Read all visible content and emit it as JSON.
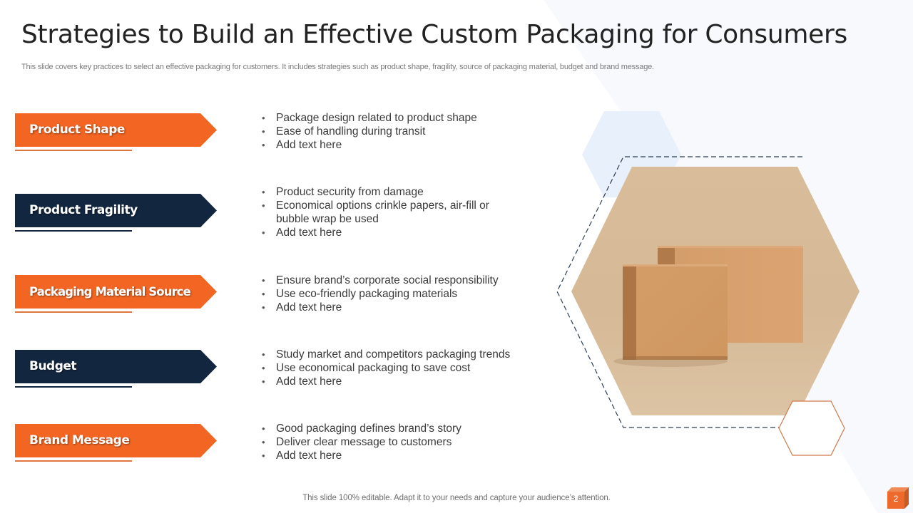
{
  "slide": {
    "title": "Strategies  to Build an Effective Custom Packaging for Consumers",
    "subtitle": "This slide covers key practices to select an effective packaging for customers. It includes strategies such as product shape, fragility, source of packaging material, budget and brand message.",
    "footer": "This slide 100% editable. Adapt it to your needs and capture your audience’s attention.",
    "page_number": "2"
  },
  "colors": {
    "orange": "#F26522",
    "navy": "#13263F",
    "title_text": "#222222",
    "body_text": "#3A3A3A",
    "light_hex": "#E8F0FB",
    "photo_bg": "#D8BE9C",
    "box": "#D29A64"
  },
  "strategies": [
    {
      "label": "Product Shape",
      "color": "orange",
      "bullets": [
        "Package design related to product shape",
        "Ease of handling during transit",
        "Add text here"
      ]
    },
    {
      "label": "Product Fragility",
      "color": "navy",
      "bullets": [
        "Product security from damage",
        "Economical options crinkle papers, air-fill or bubble wrap be used",
        "Add text here"
      ]
    },
    {
      "label": "Packaging Material Source",
      "color": "orange",
      "bullets": [
        "Ensure brand’s corporate social responsibility",
        "Use eco-friendly  packaging materials",
        "Add text here"
      ]
    },
    {
      "label": "Budget",
      "color": "navy",
      "bullets": [
        "Study market and competitors packaging trends",
        "Use economical packaging to save cost",
        "Add text here"
      ]
    },
    {
      "label": "Brand Message",
      "color": "orange",
      "bullets": [
        "Good packaging defines brand’s story",
        "Deliver clear message to customers",
        "Add text here"
      ]
    }
  ],
  "image": {
    "subject": "cardboard-boxes-photo",
    "shape": "hexagon"
  }
}
